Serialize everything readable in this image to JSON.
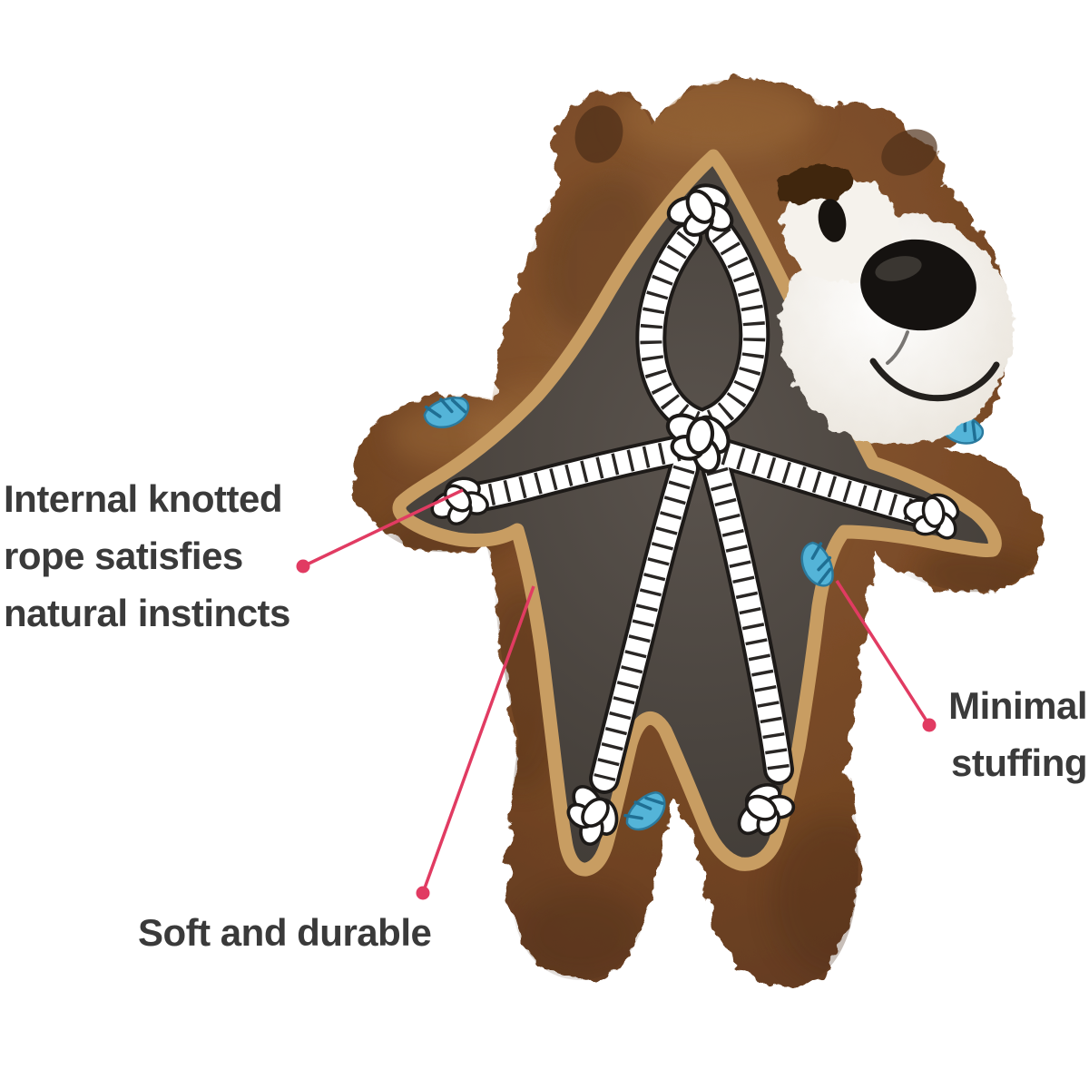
{
  "page": {
    "title": "Plush bear dog toy cutaway infographic",
    "background_color": "#ffffff"
  },
  "annotations": {
    "internal_rope": {
      "text": "Internal knotted\nrope satisfies\nnatural instincts"
    },
    "minimal_stuffing": {
      "text": "Minimal\nstuffing"
    },
    "soft_durable": {
      "text": "Soft and durable"
    }
  },
  "illustration": {
    "subject": "plush-bear-toy-cutaway",
    "features": [
      "internal-knotted-rope",
      "minimal-stuffing",
      "soft-plush-exterior"
    ]
  },
  "colors": {
    "text": "#3a3a3a",
    "annotation_accent": "#e13b62",
    "fur_brown": "#7b4b28",
    "trim_tan": "#c89d62",
    "cutaway_dark": "#48423d",
    "rope_white": "#ffffff",
    "stuffing_blue": "#54b4d8"
  }
}
